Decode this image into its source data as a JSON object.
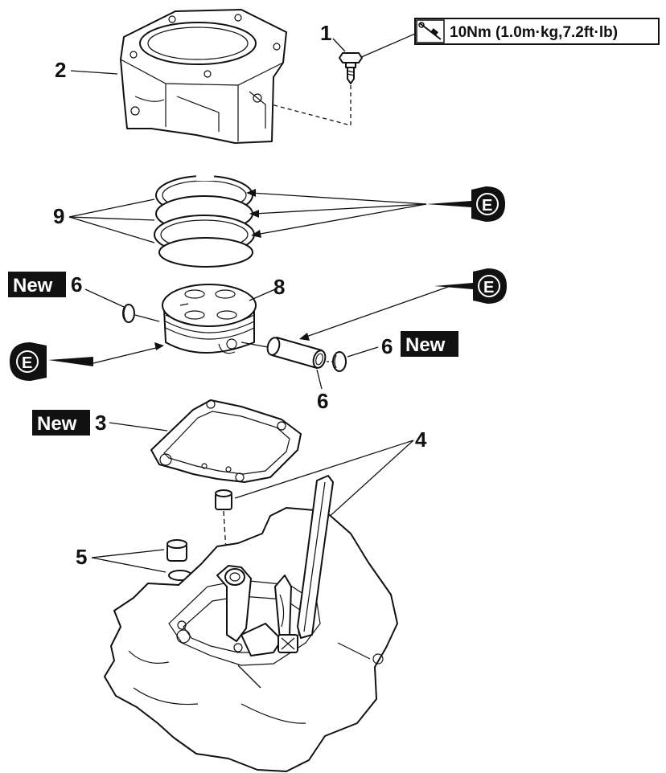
{
  "torque": {
    "text": "10Nm (1.0m·kg,7.2ft·lb)",
    "icon": "torque-wrench-icon"
  },
  "oil_symbol": {
    "letter": "E",
    "icon": "engine-oil-icon"
  },
  "new_label": "New",
  "callouts": {
    "bolt": "1",
    "cylinder": "2",
    "gasket": "3",
    "dowel_pin": "4",
    "dowel_and_oring": "5",
    "clip_left": "6",
    "clip_right": "6",
    "pin_clip": "6",
    "piston": "8",
    "rings": "9"
  }
}
